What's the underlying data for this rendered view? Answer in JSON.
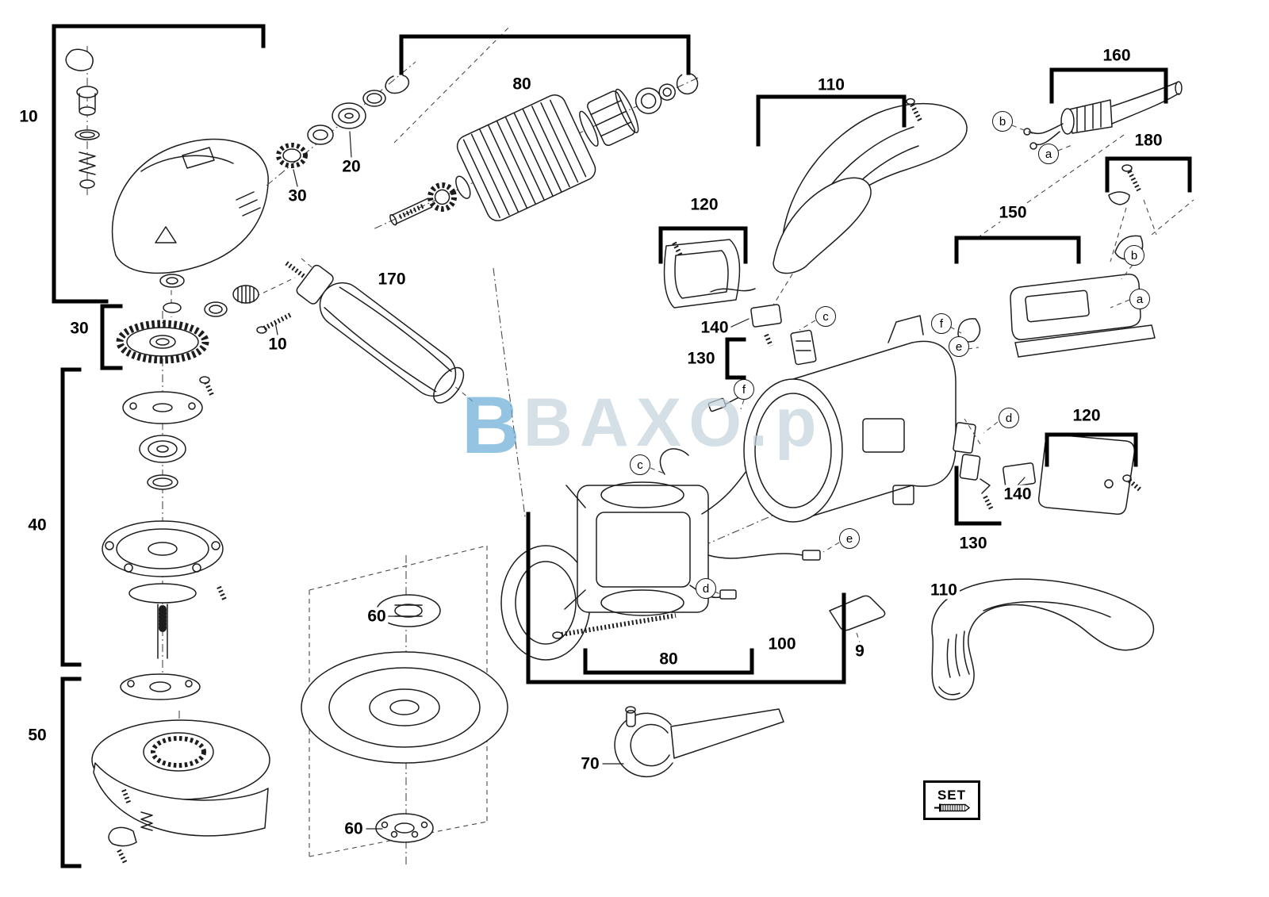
{
  "page": {
    "background": "#ffffff"
  },
  "watermark": {
    "logo": "B",
    "text": "BAXO.p",
    "logo_color": "#67acd6",
    "text_color": "#c3d2dc"
  },
  "set_box": {
    "label": "SET"
  },
  "part_labels": [
    {
      "text": "10"
    },
    {
      "text": "80"
    },
    {
      "text": "110"
    },
    {
      "text": "160"
    },
    {
      "text": "180"
    },
    {
      "text": "20"
    },
    {
      "text": "30"
    },
    {
      "text": "120"
    },
    {
      "text": "150"
    },
    {
      "text": "30"
    },
    {
      "text": "10"
    },
    {
      "text": "170"
    },
    {
      "text": "140"
    },
    {
      "text": "130"
    },
    {
      "text": "40"
    },
    {
      "text": "120"
    },
    {
      "text": "140"
    },
    {
      "text": "130"
    },
    {
      "text": "60"
    },
    {
      "text": "80"
    },
    {
      "text": "100"
    },
    {
      "text": "9"
    },
    {
      "text": "110"
    },
    {
      "text": "50"
    },
    {
      "text": "70"
    },
    {
      "text": "60"
    }
  ],
  "callouts": [
    {
      "text": "b"
    },
    {
      "text": "a"
    },
    {
      "text": "b"
    },
    {
      "text": "a"
    },
    {
      "text": "c"
    },
    {
      "text": "f"
    },
    {
      "text": "e"
    },
    {
      "text": "f"
    },
    {
      "text": "c"
    },
    {
      "text": "d"
    },
    {
      "text": "e"
    },
    {
      "text": "d"
    }
  ]
}
